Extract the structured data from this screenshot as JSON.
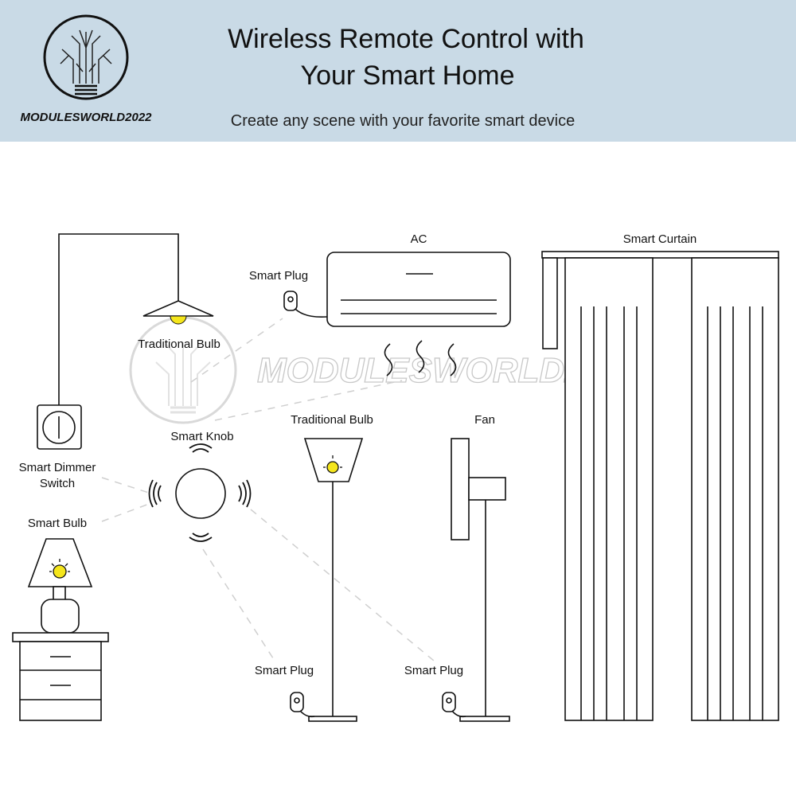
{
  "header": {
    "brand": "MODULESWORLD2022",
    "title_line1": "Wireless Remote Control with",
    "title_line2": "Your Smart Home",
    "subtitle": "Create any scene with your favorite smart device",
    "background_color": "#c9dae6"
  },
  "watermark": "MODULESWORLD2022",
  "labels": {
    "pendant_bulb": "Traditional Bulb",
    "dimmer_line1": "Smart Dimmer",
    "dimmer_line2": "Switch",
    "smart_knob": "Smart Knob",
    "smart_bulb": "Smart Bulb",
    "ac": "AC",
    "ac_plug": "Smart Plug",
    "floor_lamp": "Traditional Bulb",
    "floor_lamp_plug": "Smart Plug",
    "fan": "Fan",
    "fan_plug": "Smart Plug",
    "curtain": "Smart Curtain"
  },
  "colors": {
    "bulb": "#f5e61c",
    "line": "#111111",
    "dash": "#cfcfcf"
  }
}
